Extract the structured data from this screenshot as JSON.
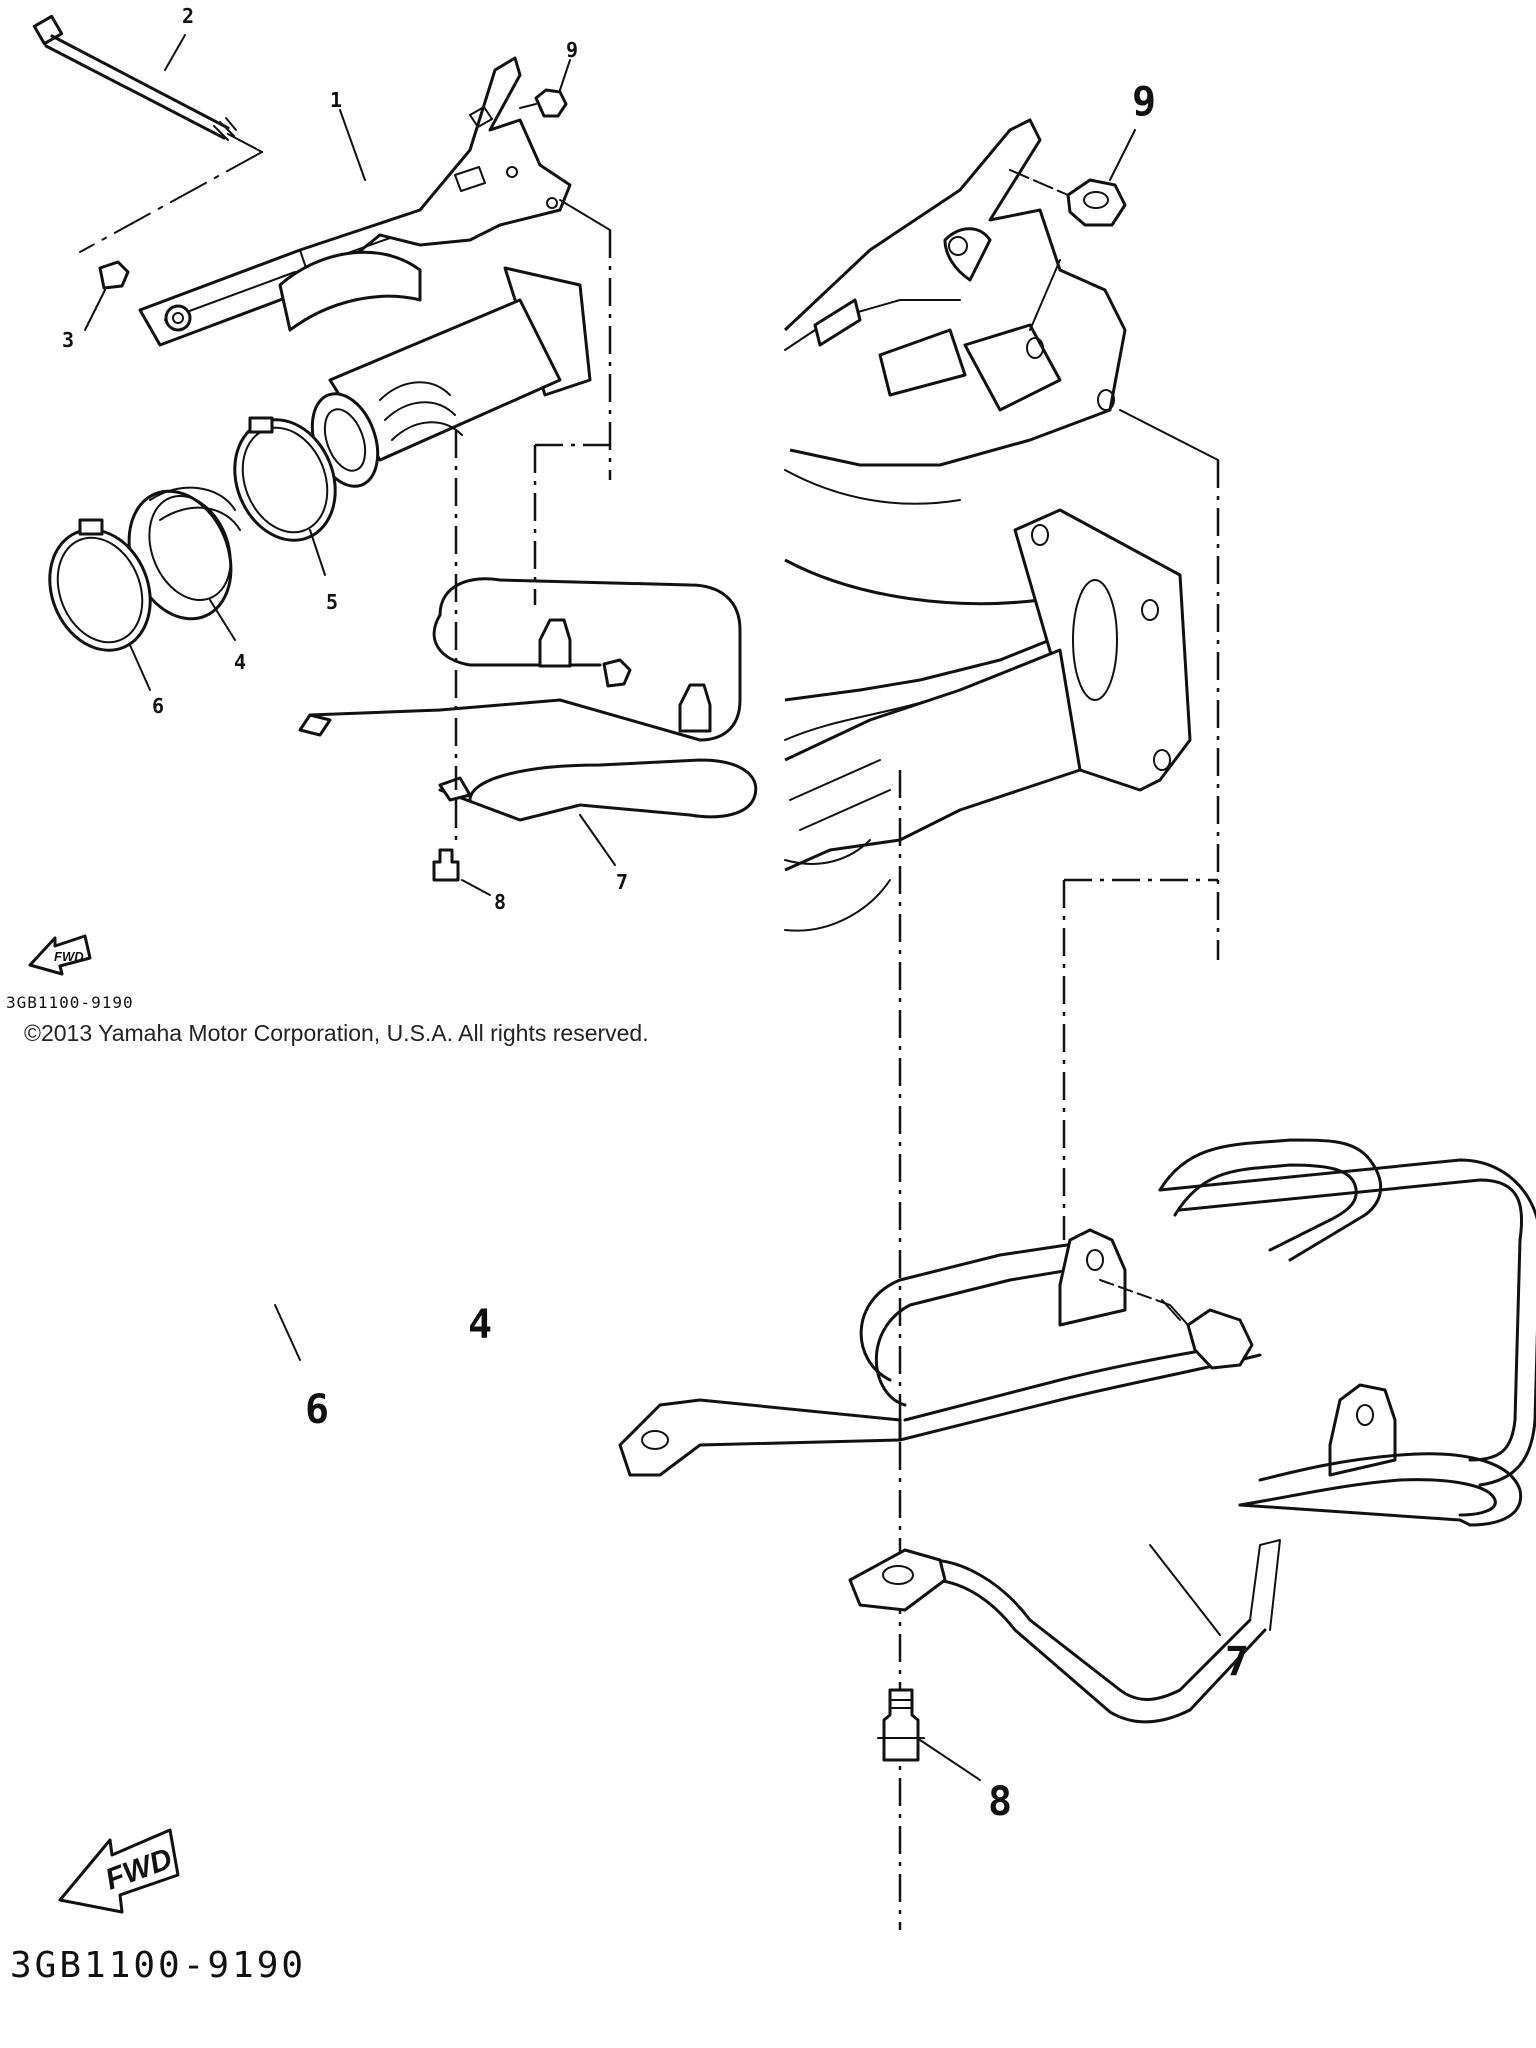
{
  "diagram": {
    "callouts_small": {
      "c1": "1",
      "c2": "2",
      "c3": "3",
      "c4": "4",
      "c5": "5",
      "c6": "6",
      "c7": "7",
      "c8": "8",
      "c9": "9"
    },
    "callouts_large": {
      "c4": "4",
      "c6": "6",
      "c7": "7",
      "c8": "8",
      "c9": "9"
    },
    "direction_label": "FWD",
    "diagram_code": "3GB1100-9190",
    "copyright": "©2013 Yamaha Motor Corporation, U.S.A. All rights reserved."
  }
}
